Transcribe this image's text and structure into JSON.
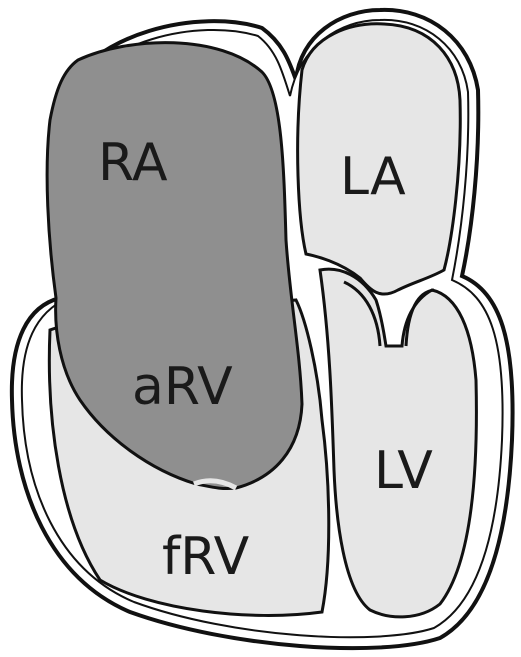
{
  "labels": {
    "ra": "RA",
    "la": "LA",
    "arv": "aRV",
    "lv": "LV",
    "frv": "fRV"
  },
  "colors": {
    "light_chamber": "#e6e6e6",
    "dark_chamber": "#8f8f8f",
    "outline": "#111111",
    "background": "#ffffff"
  }
}
